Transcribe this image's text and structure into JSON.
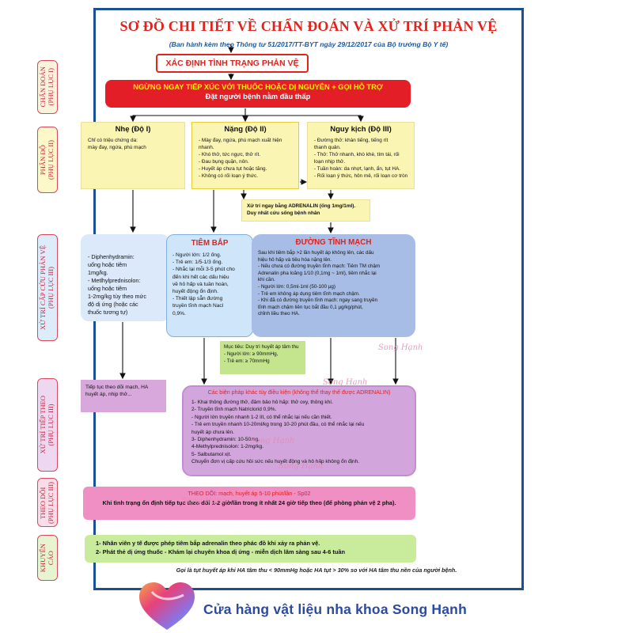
{
  "poster": {
    "title": "SƠ ĐỒ CHI TIẾT VỀ CHẨN ĐOÁN VÀ XỬ TRÍ PHẢN VỆ",
    "subtitle": "(Ban hành kèm theo Thông tư 51/2017/TT-BYT ngày 29/12/2017 của Bộ trưởng Bộ Y tế)"
  },
  "sections": {
    "chan_doan": "CHẨN ĐOÁN\n(PHỤ LỤC I)",
    "phan_do": "PHÂN ĐỘ\n(PHỤ LỤC II)",
    "xu_tri_cap_cuu": "XỬ TRÍ CẤP CỨU PHẢN VỆ\n(PHỤ LỤC III)",
    "xu_tri_tiep_theo": "XỬ TRÍ TIẾP THEO\n(PHỤ LỤC III)",
    "theo_doi": "THEO DÕI\n(PHỤ LỤC III)",
    "khuyen_cao": "KHUYẾN\nCÁO"
  },
  "diagnosis": {
    "xac_dinh": "XÁC ĐỊNH TÌNH TRẠNG PHẢN VỆ",
    "ngung_line1": "NGỪNG NGAY TIẾP XÚC VỚI THUỐC HOẶC DỊ NGUYÊN + GỌI HỖ TRỢ",
    "ngung_line2": "Đặt người bệnh nằm đầu thấp"
  },
  "severity": {
    "nhe": {
      "title": "Nhẹ (Độ I)",
      "body": "Chỉ có triệu chứng da:\nmày đay, ngứa, phù mạch"
    },
    "nang": {
      "title": "Nặng (Độ II)",
      "body": "- Mày đay, ngứa, phù mạch xuất hiện\nnhanh.\n- Khó thở, tức ngực, thở rít.\n- Đau bụng quặn, nôn.\n- Huyết áp chưa tụt hoặc tăng.\n- Không có rối loạn ý thức."
    },
    "nguy_kich": {
      "title": "Nguy kịch (Độ III)",
      "body": "- Đường thở: khàn tiếng, tiếng rít\nthanh quản.\n- Thở: Thở nhanh, khò khè, tím tái, rối\nloạn nhịp thở.\n- Tuần hoàn: da nhợt, lạnh, ẩn, tụt HA.\n- Rối loạn ý thức, hôn mê, rối loạn cơ tròn"
    }
  },
  "adrenalin_note": "Xử trí ngay bằng ADRENALIN (ống 1mg/1ml).\nDuy nhất cứu sống bệnh nhân",
  "emergency": {
    "diphen": "- Diphenhydramin:\nuống hoặc tiêm\n1mg/kg.\n- Metlhylprednisolon:\nuống hoặc tiêm\n1-2mg/kg tùy theo mức\nđộ dị ứng (hoặc các\nthuốc tương tự)",
    "tiem_bap": {
      "title": "TIÊM BẮP",
      "body": "- Người lớn: 1/2 ống.\n- Trẻ em: 1/5-1/3 ống.\n- Nhắc lại mỗi 3-5 phút cho\nđến khi hết các dấu hiệu\nvề hô hấp và tuần hoàn,\nhuyết động ổn định.\n- Thiết lập sẵn đường\ntruyền tĩnh mạch Nacl\n0,9%."
    },
    "tinh_mach": {
      "title": "ĐƯỜNG TĨNH MẠCH",
      "body": "Sau khi tiêm bắp >2 lần huyết áp không lên, các dấu\nhiệu hô hấp và tiêu hóa nặng lên.\n- Nếu chưa có đường truyền tĩnh mạch: Tiêm TM chậm\nAdrenalin pha loãng 1/10 (0,1mg ~ 1ml), tiêm nhắc lại\nkhi cần.\n- Người lớn: 0,5ml-1ml (50-100 µg)\n- Trẻ em không áp dụng tiêm tĩnh mạch chậm.\n- Khi đã có đường truyền tĩnh mạch: ngay sang truyền\ntĩnh mạch chậm liên tục bắt đầu 0,1 µg/kg/phút,\nchỉnh liều theo HA."
    }
  },
  "target": "Mục tiêu: Duy trì huyết áp tâm thu\n- Người lớn: ≥ 90mmHg,\n- Trẻ em: ≥ 70mmHg",
  "follow_up": {
    "tiep_tuc": "Tiếp tục theo dõi mạch, HA\nhuyết áp, nhịp thở...",
    "bien_phap_title": "Các biện pháp khác tùy điều kiện (không thể thay thế được ADRENALIN)",
    "bien_phap_body": "1- Khai thông đường thở, đảm bảo hô hấp: thở oxy, thông khí.\n2- Truyền tĩnh mạch Natriclorid 0,9%.\n- Người lớn truyền nhanh 1-2 lít, có thể nhắc lại nếu cần thiết.\n- Trẻ em truyền nhanh 10-20ml/kg trong 10-20 phút đầu, có thể nhắc lại nếu\nhuyết áp chưa lên.\n3- Diphenhydramin: 10-50mg.\n4-Methylprednisolon: 1-2mg/kg.\n5- Salbutamol xịt.\nChuyển đơn vị cấp cứu hồi sức nếu huyết động và hô hấp không ổn định."
  },
  "monitoring": {
    "line1": "THEO DÕI: mạch, huyết áp 5-10 phút/lần - Sp02",
    "line2": "Khi tình trạng ổn định tiếp tục theo dõi 1-2 giờ/lần trong ít nhất 24 giờ tiếp theo (để phòng phản vệ 2 pha)."
  },
  "recommendation": "1- Nhân viên y tế được phép tiêm bắp adrenalin theo phác đồ khi xảy ra phản vệ.\n2- Phát thẻ dị ứng thuốc - Khám lại chuyên khoa dị ứng - miễn dịch lâm sàng sau 4-6 tuần",
  "footnote": "Gọi là tụt huyết áp khi HA tâm thu < 90mmHg hoặc HA tụt > 30% so với HA tâm thu nền của người bệnh.",
  "shop_name": "Cửa hàng vật liệu nha khoa Song Hạnh",
  "watermark": "Song Hạnh",
  "colors": {
    "title_red": "#e0231c",
    "subtitle_blue": "#1d5aa6",
    "border_blue": "#1c4f96",
    "shop_blue": "#2b4aa0"
  }
}
